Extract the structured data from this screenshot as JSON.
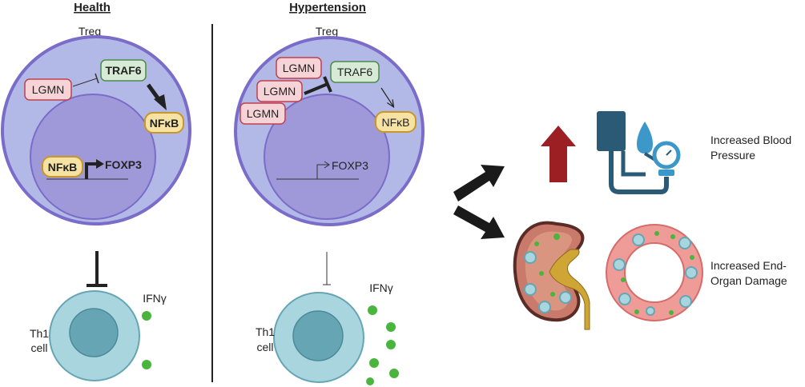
{
  "panels": {
    "health": {
      "header": "Health",
      "cell_label": "Treg",
      "lgmn": "LGMN",
      "traf6": "TRAF6",
      "nfkb_cyto": "NFκB",
      "nfkb_nuc": "NFκB",
      "foxp3": "FOXP3",
      "th1_label_line1": "Th1",
      "th1_label_line2": "cell",
      "ifn": "IFNγ"
    },
    "hypertension": {
      "header": "Hypertension",
      "cell_label": "Treg",
      "lgmn_1": "LGMN",
      "lgmn_2": "LGMN",
      "lgmn_3": "LGMN",
      "traf6": "TRAF6",
      "nfkb_cyto": "NFκB",
      "foxp3": "FOXP3",
      "th1_label_line1": "Th1",
      "th1_label_line2": "cell",
      "ifn": "IFNγ"
    }
  },
  "outcomes": {
    "blood_pressure_line1": "Increased Blood",
    "blood_pressure_line2": "Pressure",
    "organ_damage_line1": "Increased End-",
    "organ_damage_line2": "Organ Damage"
  },
  "colors": {
    "cell_outer": "#b3b9e6",
    "cell_border": "#7a6cc9",
    "nucleus": "#9f99d9",
    "lgmn_fill": "#f6d3d7",
    "lgmn_border": "#c0404e",
    "traf6_fill": "#d6ead6",
    "traf6_border": "#4c8a4c",
    "nfkb_fill": "#f6e2a2",
    "nfkb_border": "#c8962b",
    "th1_outer": "#a9d6de",
    "th1_nucleus": "#66a5b4",
    "ifn_dot": "#49b53d",
    "up_arrow": "#9c1f24",
    "cuff": "#2a5a76",
    "gauge": "#3c98c9"
  }
}
